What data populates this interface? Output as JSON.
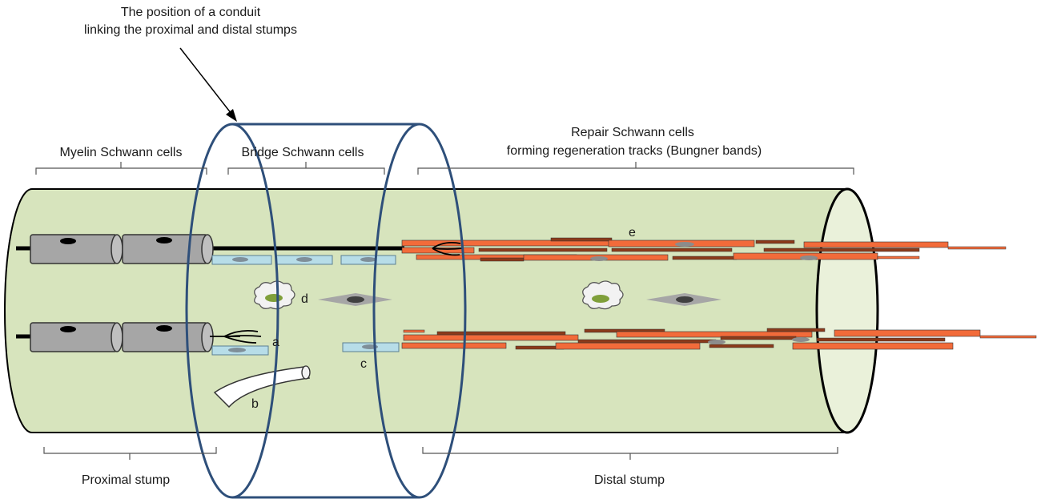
{
  "labels": {
    "conduit_line1": "The position of a conduit",
    "conduit_line2": "linking the proximal and distal stumps",
    "myelin": "Myelin Schwann  cells",
    "bridge": "Bridge Schwann  cells",
    "repair_line1": "Repair Schwann cells",
    "repair_line2": "forming  regeneration tracks (Bungner bands)",
    "proximal": "Proximal stump",
    "distal": "Distal stump",
    "a": "a",
    "b": "b",
    "c": "c",
    "d": "d",
    "e": "e"
  },
  "colors": {
    "nerve_fill": "#d7e4bd",
    "conduit_stroke": "#2e4f7a",
    "myelin_fill": "#a6a6a6",
    "bridge_cell_fill": "#b7dde8",
    "repair_cell_fill": "#f26b3a",
    "axon": "#000000",
    "macrophage_nucleus": "#7f9f3a",
    "fibroblast_fill": "#a6a6a6"
  }
}
